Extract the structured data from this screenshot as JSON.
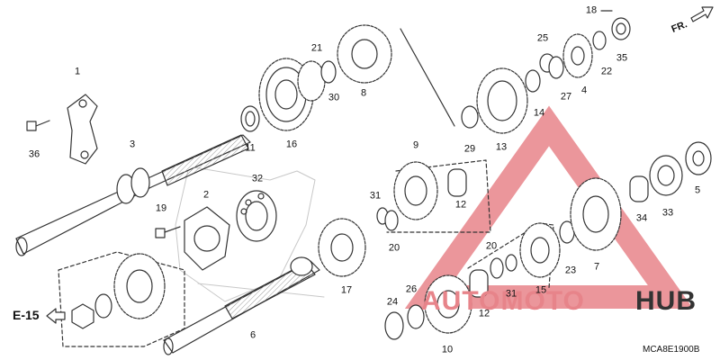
{
  "diagram": {
    "type": "exploded parts diagram",
    "subject": "transmission shafts and gears",
    "ref_label": "E-15",
    "direction_label": "FR.",
    "diagram_code": "MCA8E1900B",
    "watermark": {
      "part1": "AUTOMOTO",
      "part2": "HUB"
    },
    "colors": {
      "line": "#333333",
      "part_fill": "#ffffff",
      "hatch": "#888888",
      "watermark": "#e7848a",
      "watermark_dark": "#333333"
    },
    "callouts": [
      {
        "id": "c1",
        "label": "1"
      },
      {
        "id": "c2",
        "label": "2"
      },
      {
        "id": "c3",
        "label": "3"
      },
      {
        "id": "c4",
        "label": "4"
      },
      {
        "id": "c5",
        "label": "5"
      },
      {
        "id": "c6",
        "label": "6"
      },
      {
        "id": "c7",
        "label": "7"
      },
      {
        "id": "c8",
        "label": "8"
      },
      {
        "id": "c9",
        "label": "9"
      },
      {
        "id": "c10",
        "label": "10"
      },
      {
        "id": "c11",
        "label": "11"
      },
      {
        "id": "c12a",
        "label": "12"
      },
      {
        "id": "c12b",
        "label": "12"
      },
      {
        "id": "c13",
        "label": "13"
      },
      {
        "id": "c14",
        "label": "14"
      },
      {
        "id": "c15",
        "label": "15"
      },
      {
        "id": "c16",
        "label": "16"
      },
      {
        "id": "c17",
        "label": "17"
      },
      {
        "id": "c18",
        "label": "18"
      },
      {
        "id": "c19",
        "label": "19"
      },
      {
        "id": "c20a",
        "label": "20"
      },
      {
        "id": "c20b",
        "label": "20"
      },
      {
        "id": "c21",
        "label": "21"
      },
      {
        "id": "c22",
        "label": "22"
      },
      {
        "id": "c23",
        "label": "23"
      },
      {
        "id": "c24",
        "label": "24"
      },
      {
        "id": "c25",
        "label": "25"
      },
      {
        "id": "c26",
        "label": "26"
      },
      {
        "id": "c27",
        "label": "27"
      },
      {
        "id": "c29",
        "label": "29"
      },
      {
        "id": "c30",
        "label": "30"
      },
      {
        "id": "c31a",
        "label": "31"
      },
      {
        "id": "c31b",
        "label": "31"
      },
      {
        "id": "c32",
        "label": "32"
      },
      {
        "id": "c33",
        "label": "33"
      },
      {
        "id": "c34",
        "label": "34"
      },
      {
        "id": "c35",
        "label": "35"
      },
      {
        "id": "c36",
        "label": "36"
      }
    ]
  }
}
